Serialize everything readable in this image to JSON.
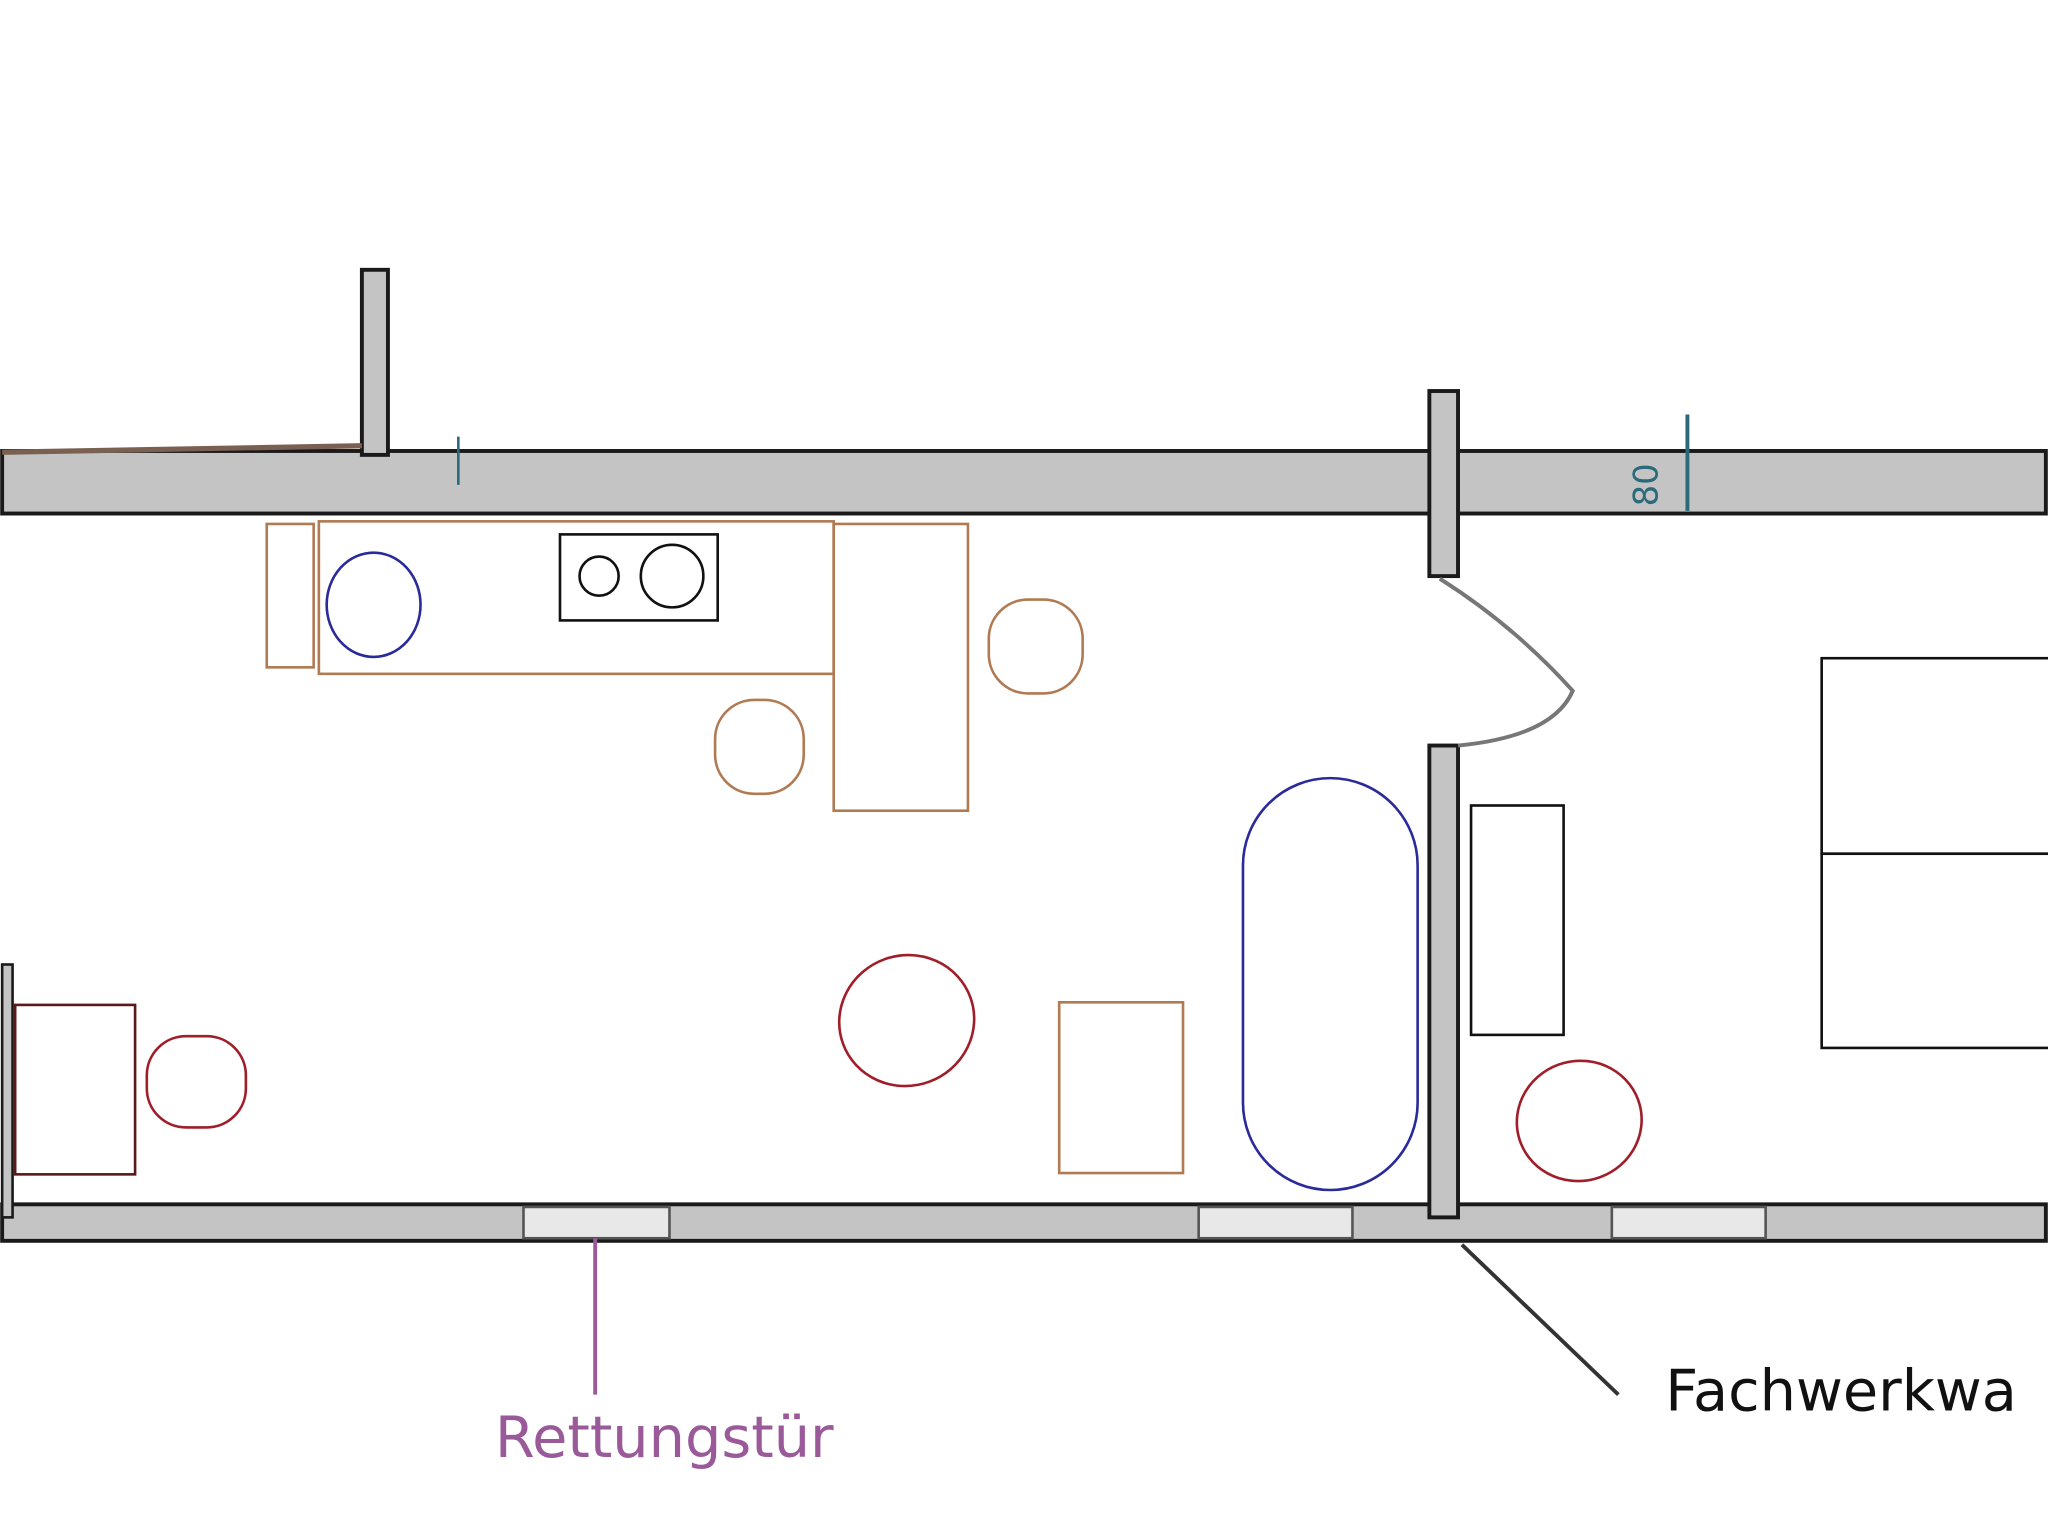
{
  "labels": {
    "rescue_door": "Rettungstür",
    "timber_frame_wall": "Fachwerkwa",
    "wall_thickness": "80"
  },
  "colors": {
    "wall_fill": "#c4c4c4",
    "wall_stroke": "#1a1a1a",
    "furniture_brown": "#b07a52",
    "sink_blue": "#2a2a9a",
    "stool_red": "#a01e2a",
    "label_purple": "#9a5a9a",
    "dimension_teal": "#2a6a7a"
  }
}
